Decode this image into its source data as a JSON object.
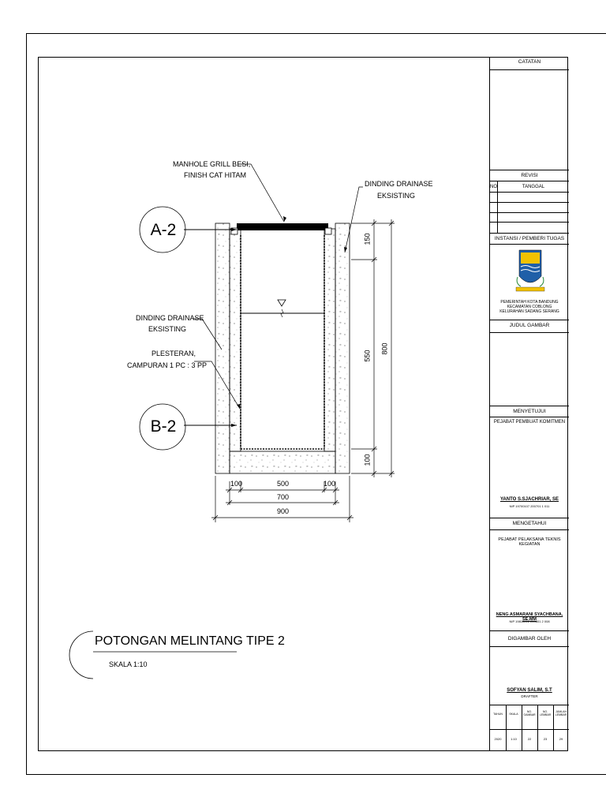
{
  "drawing": {
    "title": "POTONGAN MELINTANG TIPE 2",
    "scale": "SKALA 1:10",
    "callouts": {
      "section_a": "A-2",
      "section_b": "B-2",
      "manhole_line1": "MANHOLE GRILL BESI,",
      "manhole_line2": "FINISH CAT HITAM",
      "wall_right_line1": "DINDING DRAINASE",
      "wall_right_line2": "EKSISTING",
      "wall_left_line1": "DINDING DRAINASE",
      "wall_left_line2": "EKSISTING",
      "plaster_line1": "PLESTERAN,",
      "plaster_line2": "CAMPURAN 1 PC : 3 PP"
    },
    "dimensions": {
      "bottom_left": "100",
      "bottom_mid": "500",
      "bottom_right": "100",
      "width_inner": "700",
      "width_total": "900",
      "height_top": "150",
      "height_mid": "550",
      "height_total": "800",
      "height_bottom": "100"
    }
  },
  "title_block": {
    "catatan": "CATATAN",
    "revisi": "REVISI",
    "no": "NO",
    "tanggal": "TANGGAL",
    "instansi": "INSTANSI / PEMBERI TUGAS",
    "org_line1": "PEMERINTAH KOTA BANDUNG",
    "org_line2": "KECAMATAN COBLONG",
    "org_line3": "KELURAHAN SADANG SERANG",
    "judul": "JUDUL GAMBAR",
    "menyetujui": "MENYETUJUI",
    "ppk": "PEJABAT PEMBUAT KOMITMEN",
    "ppk_name": "YANTO S.SJACHRIAR, SE",
    "ppk_nip": "NIP 19700107 200701 1 011",
    "mengetahui": "MENGETAHUI",
    "pptk": "PEJABAT PELAKSANA TEKNIS KEGIATAN",
    "pptk_name": "NENG ASMARANI SYACHBANA, SE.MM",
    "pptk_nip": "NIP 19810222 200801 2 008",
    "digambar": "DIGAMBAR OLEH",
    "drafter_name": "SOFYAN SALIM, S.T",
    "drafter_role": "DRAFTER",
    "col_tahun": "TAHUN",
    "col_skala": "SKALA",
    "col_no_gambar": "NO. GAMBAR",
    "col_no_lembar": "NO. LEMBAR",
    "col_jumlah": "JUMLAH LEMBAR",
    "val_tahun": "2020",
    "val_skala": "1:10",
    "val_no_gambar": "22",
    "val_no_lembar": "23",
    "val_jumlah": "29"
  },
  "colors": {
    "emblem_blue": "#1f5fa8",
    "emblem_yellow": "#f2c200",
    "emblem_green": "#2a8a3a"
  }
}
